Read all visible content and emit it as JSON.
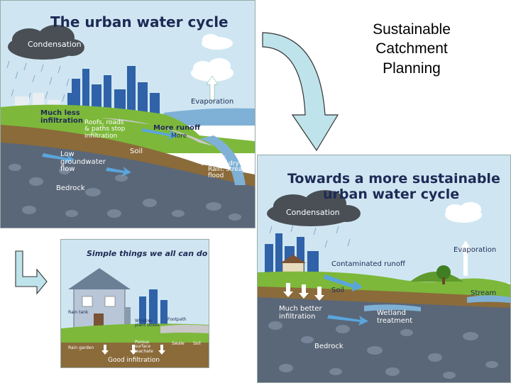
{
  "slide": {
    "title": "Sustainable Catchment Planning",
    "colors": {
      "sky": "#cfe6f2",
      "grass": "#7db83a",
      "soil": "#8b6b3a",
      "bedrock": "#5a6778",
      "cloud": "#4a4f55",
      "city": "#2f62a8",
      "arrow": "#bfe3ea"
    }
  },
  "urban_cycle": {
    "title": "The urban water cycle",
    "labels": {
      "condensation": "Condensation",
      "evaporation": "Evaporation",
      "much_less_infiltration": "Much less infiltration",
      "roofs_roads": "Roofs, roads & paths stop infiltration",
      "more_runoff": "More runoff",
      "more": "More",
      "soil": "Soil",
      "low_groundwater": "Low groundwater flow",
      "no_rain": "No rain: streams dry up",
      "rain": "Rain: streams flood",
      "bedrock": "Bedrock"
    }
  },
  "sustainable_cycle": {
    "title_line1": "Towards a more sustainable",
    "title_line2": "urban water cycle",
    "labels": {
      "condensation": "Condensation",
      "evaporation": "Evaporation",
      "contaminated_runoff": "Contaminated runoff",
      "soil": "Soil",
      "stream": "Stream",
      "much_better_infiltration": "Much better infiltration",
      "wetland_treatment": "Wetland treatment",
      "bedrock": "Bedrock"
    }
  },
  "simple_things": {
    "title": "Simple things we all can do",
    "labels": {
      "rain_tank": "Rain tank",
      "window_plant": "Window plant boxes",
      "footpath": "Footpath",
      "rain_garden": "Rain garden",
      "porous_surface": "Porous surface leachate",
      "swale": "Swale",
      "soil": "Soil",
      "good_infiltration": "Good infiltration"
    }
  }
}
